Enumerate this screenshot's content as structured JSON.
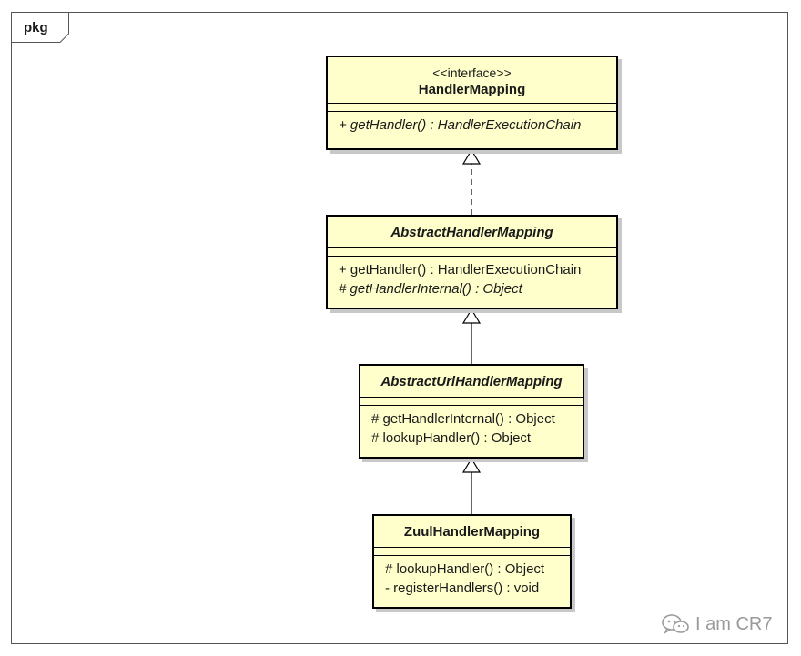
{
  "package": {
    "label": "pkg"
  },
  "classes": [
    {
      "stereotype": "<<interface>>",
      "name": "HandlerMapping",
      "operations": [
        {
          "text": "+ getHandler() : HandlerExecutionChain",
          "abstract": true
        }
      ]
    },
    {
      "name": "AbstractHandlerMapping",
      "operations": [
        {
          "text": "+ getHandler() : HandlerExecutionChain",
          "abstract": false
        },
        {
          "text": "# getHandlerInternal() : Object",
          "abstract": true
        }
      ]
    },
    {
      "name": "AbstractUrlHandlerMapping",
      "operations": [
        {
          "text": "# getHandlerInternal() : Object",
          "abstract": false
        },
        {
          "text": "# lookupHandler() : Object",
          "abstract": false
        }
      ]
    },
    {
      "name": "ZuulHandlerMapping",
      "operations": [
        {
          "text": "# lookupHandler() : Object",
          "abstract": false
        },
        {
          "text": "- registerHandlers() : void",
          "abstract": false
        }
      ]
    }
  ],
  "relations": [
    {
      "from": "AbstractHandlerMapping",
      "to": "HandlerMapping",
      "type": "realization"
    },
    {
      "from": "AbstractUrlHandlerMapping",
      "to": "AbstractHandlerMapping",
      "type": "generalization"
    },
    {
      "from": "ZuulHandlerMapping",
      "to": "AbstractUrlHandlerMapping",
      "type": "generalization"
    }
  ],
  "watermark": {
    "text": "I am CR7",
    "icon": "wechat-icon"
  },
  "colors": {
    "class_fill": "#ffffcc",
    "border": "#000000",
    "watermark": "#9a9a9a"
  }
}
